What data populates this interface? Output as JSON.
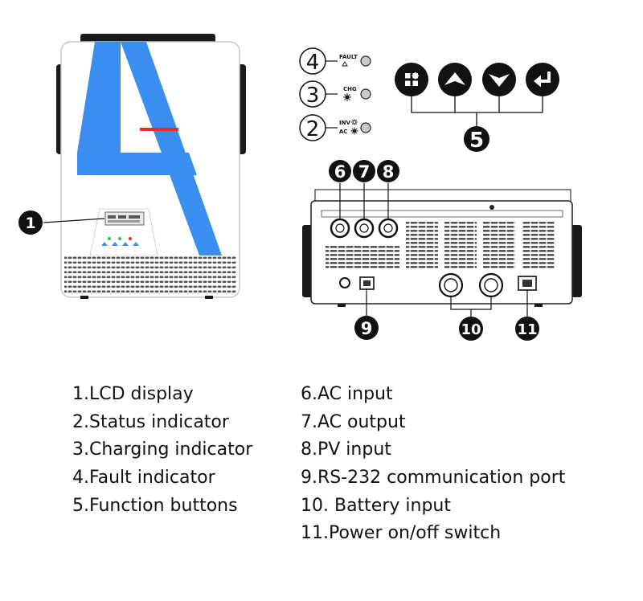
{
  "callouts": {
    "c1": "1",
    "c2": "2",
    "c3": "3",
    "c4": "4",
    "c5": "5",
    "c6": "6",
    "c7": "7",
    "c8": "8",
    "c9": "9",
    "c10": "10",
    "c11": "11"
  },
  "panel_labels": {
    "fault": "FAULT",
    "chg": "CHG",
    "inv": "INV",
    "ac": "AC"
  },
  "legend": {
    "left": [
      "1.LCD display",
      "2.Status indicator",
      "3.Charging indicator",
      "4.Fault indicator",
      "5.Function buttons"
    ],
    "right": [
      "6.AC input",
      "7.AC output",
      "8.PV input",
      "9.RS-232 communication port",
      "10. Battery input",
      "11.Power on/off switch"
    ]
  },
  "icons": {
    "button_1": "menu-grid-icon",
    "button_2": "arrow-up-icon",
    "button_3": "arrow-down-icon",
    "button_4": "enter-return-icon"
  },
  "colors": {
    "brand_blue": "#3a8ef0",
    "accent_red": "#e0302a",
    "callout_fill": "#111111",
    "case_black": "#1a1a1a",
    "led_grey": "#c8c8c8"
  }
}
